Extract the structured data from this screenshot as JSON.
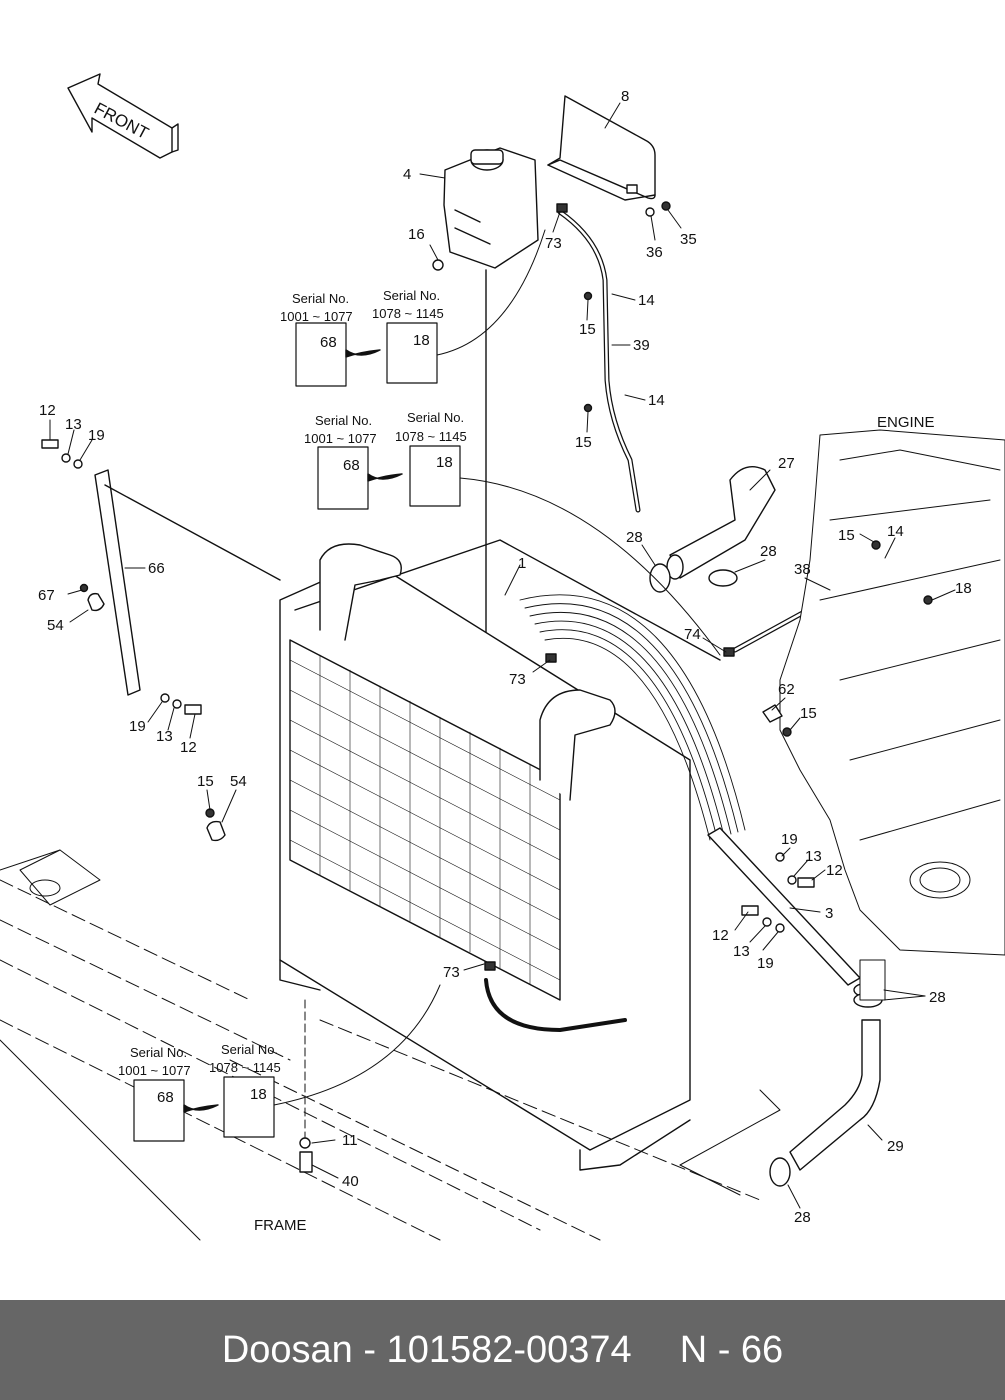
{
  "diagram": {
    "front_arrow_label": "FRONT",
    "engine_label": "ENGINE",
    "frame_label": "FRAME",
    "serial_callouts": [
      {
        "old_label": "Serial No.",
        "old_range": "1001 ~ 1077",
        "old_part": "68",
        "new_label": "Serial No.",
        "new_range": "1078 ~ 1145",
        "new_part": "18"
      },
      {
        "old_label": "Serial No.",
        "old_range": "1001 ~ 1077",
        "old_part": "68",
        "new_label": "Serial No.",
        "new_range": "1078 ~ 1145",
        "new_part": "18"
      },
      {
        "old_label": "Serial No.",
        "old_range": "1001 ~ 1077",
        "old_part": "68",
        "new_label": "Serial No.",
        "new_range": "1078 ~ 1145",
        "new_part": "18"
      }
    ],
    "part_labels": [
      "8",
      "4",
      "73",
      "36",
      "35",
      "16",
      "14",
      "15",
      "39",
      "14",
      "15",
      "12",
      "13",
      "19",
      "66",
      "67",
      "54",
      "19",
      "13",
      "12",
      "27",
      "28",
      "28",
      "1",
      "15",
      "14",
      "38",
      "18",
      "74",
      "73",
      "62",
      "15",
      "15",
      "54",
      "19",
      "13",
      "12",
      "3",
      "12",
      "13",
      "19",
      "73",
      "28",
      "11",
      "40",
      "29",
      "28"
    ]
  },
  "footer": {
    "brand_part": "Doosan - 101582-00374",
    "page": "N - 66"
  }
}
